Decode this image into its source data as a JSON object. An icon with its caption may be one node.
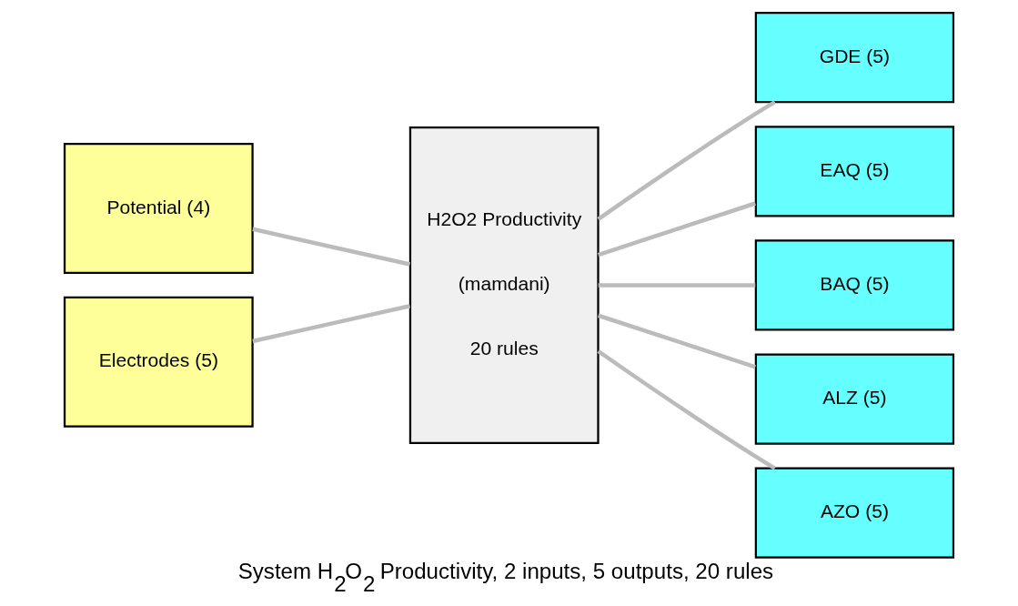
{
  "diagram": {
    "caption": "System H$_{2}$O$_{2}$ Productivity, 2 inputs, 5 outputs, 20 rules",
    "nodes": [
      {
        "text": [
          "Potential (4)"
        ]
      },
      {
        "text": [
          "Electrodes (5)"
        ]
      },
      {
        "text": [
          "H2O2 Productivity",
          "(mamdani)",
          "20 rules"
        ]
      },
      {
        "text": [
          "GDE (5)"
        ]
      },
      {
        "text": [
          "EAQ (5)"
        ]
      },
      {
        "text": [
          "BAQ (5)"
        ]
      },
      {
        "text": [
          "ALZ (5)"
        ]
      },
      {
        "text": [
          "AZO (5)"
        ]
      }
    ],
    "edges": [
      {
        "from": 0,
        "to": 2,
        "arrow": "none"
      },
      {
        "from": 1,
        "to": 2,
        "arrow": "none"
      },
      {
        "from": 2,
        "to": 3,
        "arrow": "none"
      },
      {
        "from": 2,
        "to": 4,
        "arrow": "none"
      },
      {
        "from": 2,
        "to": 5,
        "arrow": "none"
      },
      {
        "from": 2,
        "to": 6,
        "arrow": "none"
      },
      {
        "from": 2,
        "to": 7,
        "arrow": "none"
      }
    ]
  }
}
